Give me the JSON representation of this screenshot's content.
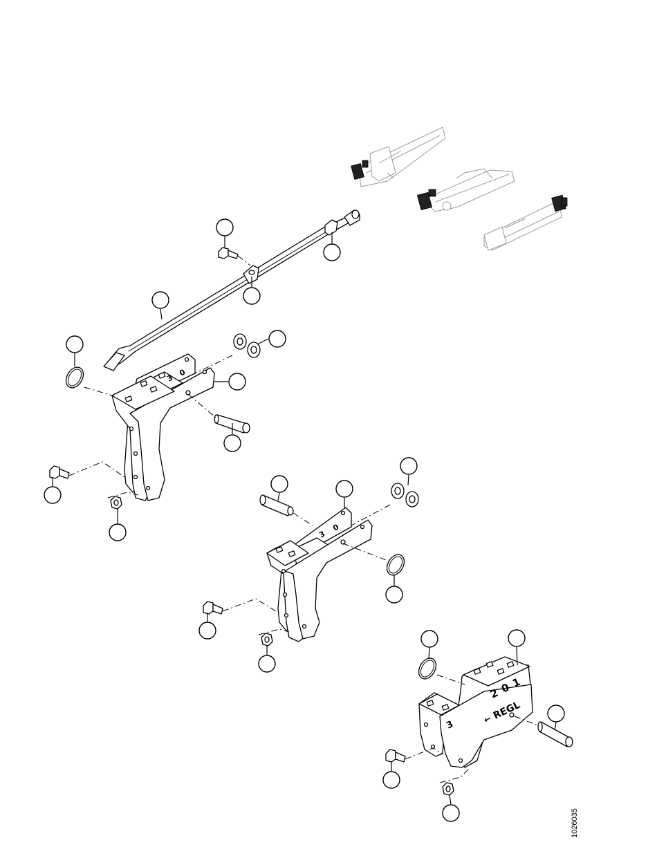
{
  "drawing": {
    "figure_number": "1026035",
    "stamped_marks": [
      "2",
      "0",
      "1",
      "3",
      "REGL",
      "←"
    ]
  }
}
